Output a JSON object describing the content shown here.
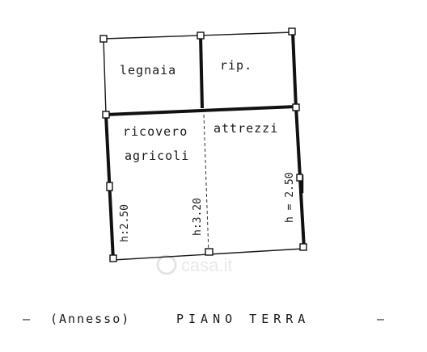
{
  "rooms": {
    "legnaia": "legnaia",
    "rip": "rip.",
    "ricovero": "ricovero",
    "attrezzi": "attrezzi",
    "agricoli": "agricoli"
  },
  "heights": {
    "left": "h:2.50",
    "center": "h:3.20",
    "right": "h = 2.50"
  },
  "caption": {
    "dash_left": "—",
    "annex": "(Annesso)",
    "title": "PIANO TERRA",
    "dash_right": "—"
  },
  "watermark": {
    "text": "casa.it"
  },
  "colors": {
    "ink": "#1a1a1a",
    "paper": "#ffffff",
    "watermark": "#e9e9e9"
  }
}
